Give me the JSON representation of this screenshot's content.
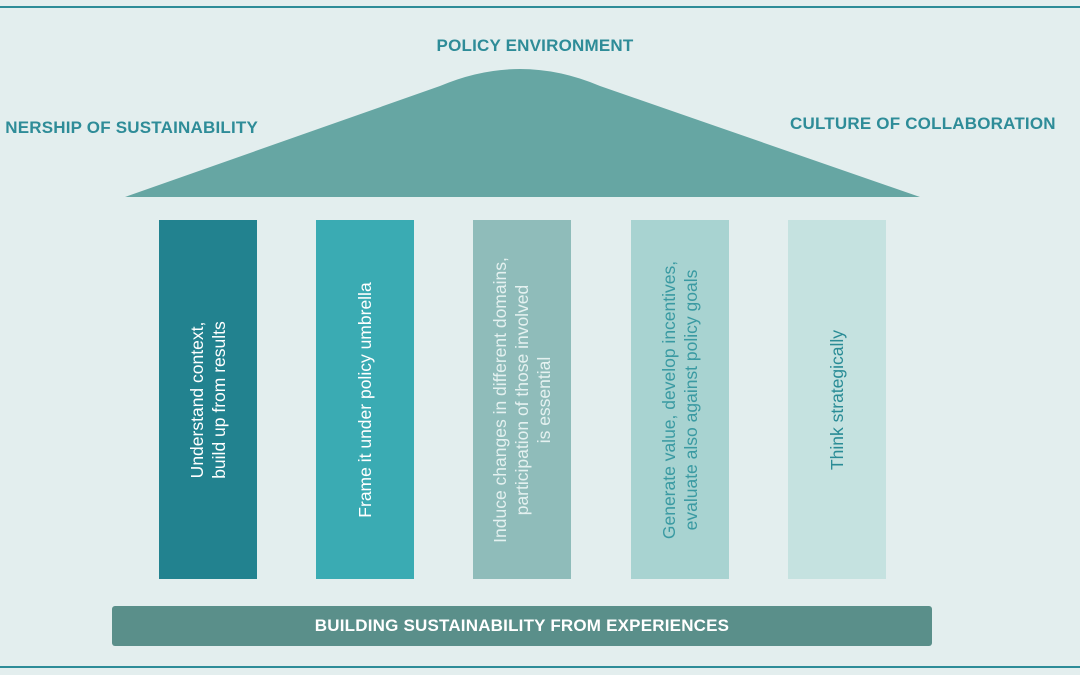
{
  "labels": {
    "policy": "POLICY ENVIRONMENT",
    "ownership": "NERSHIP OF SUSTAINABILITY",
    "culture": "CULTURE OF COLLABORATION"
  },
  "pillars": [
    {
      "text": "Understand context,\nbuild up from results",
      "fill": "#22828f",
      "text_color": "#ffffff"
    },
    {
      "text": "Frame it under policy umbrella",
      "fill": "#3aabb3",
      "text_color": "#ffffff"
    },
    {
      "text": "Induce changes in different domains,\nparticipation of those involved\nis essential",
      "fill": "#8fbcba",
      "text_color": "#e4f1f0"
    },
    {
      "text": "Generate value, develop incentives,\nevaluate also against policy goals",
      "fill": "#a8d3d1",
      "text_color": "#3a9aa2"
    },
    {
      "text": "Think strategically",
      "fill": "#c5e2e0",
      "text_color": "#2a8c96"
    }
  ],
  "base": {
    "text": "BUILDING SUSTAINABILITY FROM EXPERIENCES"
  },
  "colors": {
    "roof": "#66a6a3",
    "accent": "#2e8c98",
    "background": "#e3eeee"
  }
}
